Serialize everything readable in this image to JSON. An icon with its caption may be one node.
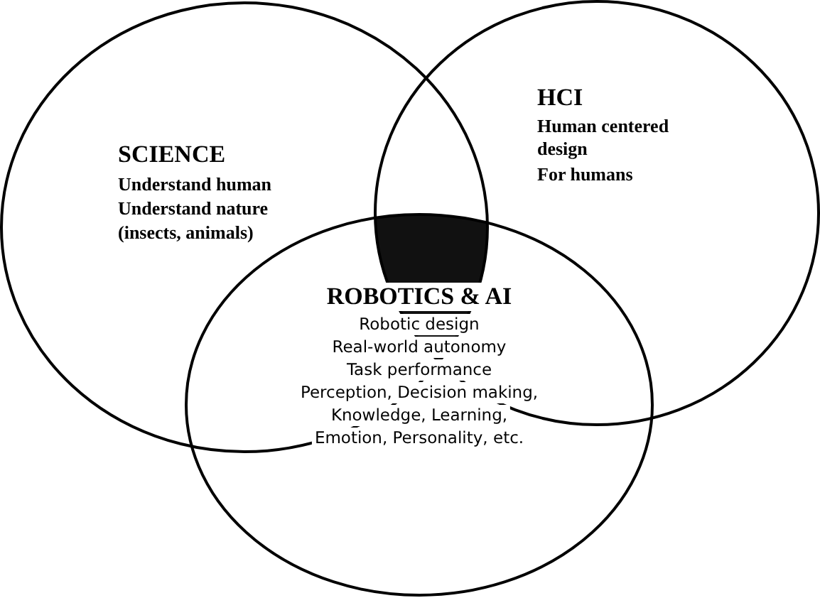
{
  "diagram": {
    "nodes": [
      {
        "text": [
          "SCIENCE",
          "Understand human",
          "Understand nature",
          "(insects, animals)"
        ]
      },
      {
        "text": [
          "HCI",
          "Human centered design",
          "For humans"
        ]
      },
      {
        "text": [
          "ROBOTICS & AI",
          "Robotic design",
          "Real-world autonomy",
          "Task performance",
          "Perception, Decision making,",
          "Knowledge, Learning,",
          "Emotion, Personality, etc."
        ]
      }
    ]
  }
}
